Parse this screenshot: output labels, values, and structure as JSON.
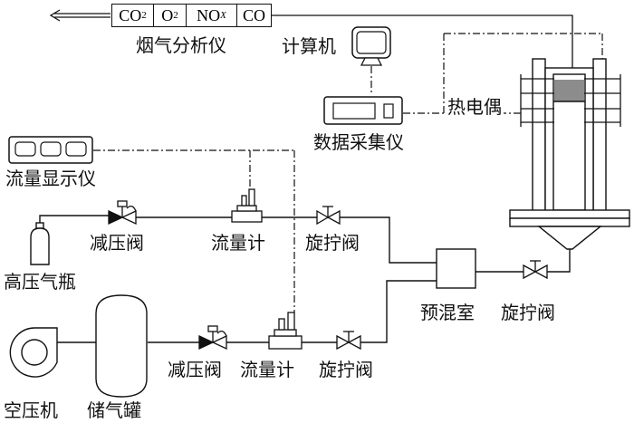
{
  "analyzer": {
    "gases": [
      {
        "main": "CO",
        "sub": "2"
      },
      {
        "main": "O",
        "sub": "2"
      },
      {
        "main": "NO",
        "sub": "X"
      },
      {
        "main": "CO",
        "sub": ""
      }
    ],
    "label": "烟气分析仪"
  },
  "labels": {
    "computer": "计算机",
    "daq": "数据采集仪",
    "thermocouple": "热电偶",
    "flow_display": "流量显示仪",
    "reducer_top": "减压阀",
    "flowmeter_top": "流量计",
    "needle_top": "旋拧阀",
    "cylinder": "高压气瓶",
    "premix": "预混室",
    "needle_right": "旋拧阀",
    "compressor": "空压机",
    "tank": "储气罐",
    "reducer_bottom": "减压阀",
    "flowmeter_bottom": "流量计",
    "needle_bottom": "旋拧阀"
  }
}
